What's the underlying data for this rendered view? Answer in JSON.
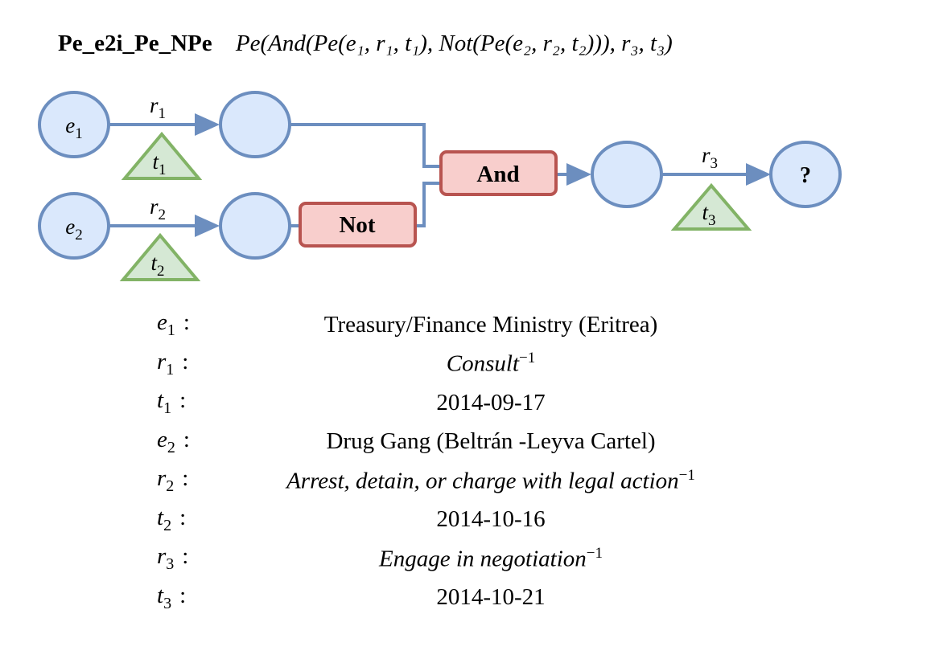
{
  "title": {
    "query_name": "Pe_e2i_Pe_NPe",
    "formula": "Pe(And(Pe(e₁, r₁, t₁), Not(Pe(e₂, r₂, t₂))), r₃, t₃)"
  },
  "diagram": {
    "anchor_nodes": [
      {
        "var": "e",
        "sub": "1"
      },
      {
        "var": "e",
        "sub": "2"
      }
    ],
    "relations": [
      {
        "var": "r",
        "sub": "1"
      },
      {
        "var": "r",
        "sub": "2"
      },
      {
        "var": "r",
        "sub": "3"
      }
    ],
    "times": [
      {
        "var": "t",
        "sub": "1"
      },
      {
        "var": "t",
        "sub": "2"
      },
      {
        "var": "t",
        "sub": "3"
      }
    ],
    "operators": {
      "not": "Not",
      "and": "And"
    },
    "answer": "?",
    "colors": {
      "node_fill": "#dae8fc",
      "node_stroke": "#6c8ebf",
      "op_fill": "#f8cecc",
      "op_stroke": "#b85450",
      "time_fill": "#d5e8d4",
      "time_stroke": "#82b366"
    }
  },
  "legend": [
    {
      "var": "e",
      "sub": "1",
      "value": "Treasury/Finance Ministry (Eritrea)",
      "kind": "entity"
    },
    {
      "var": "r",
      "sub": "1",
      "value": "Consult",
      "sup": "−1",
      "kind": "relation"
    },
    {
      "var": "t",
      "sub": "1",
      "value": "2014-09-17",
      "kind": "time"
    },
    {
      "var": "e",
      "sub": "2",
      "value": "Drug Gang (Beltrán -Leyva Cartel)",
      "kind": "entity"
    },
    {
      "var": "r",
      "sub": "2",
      "value": "Arrest, detain, or charge with legal action",
      "sup": "−1",
      "kind": "relation"
    },
    {
      "var": "t",
      "sub": "2",
      "value": "2014-10-16",
      "kind": "time"
    },
    {
      "var": "r",
      "sub": "3",
      "value": "Engage in negotiation",
      "sup": "−1",
      "kind": "relation"
    },
    {
      "var": "t",
      "sub": "3",
      "value": "2014-10-21",
      "kind": "time"
    }
  ]
}
